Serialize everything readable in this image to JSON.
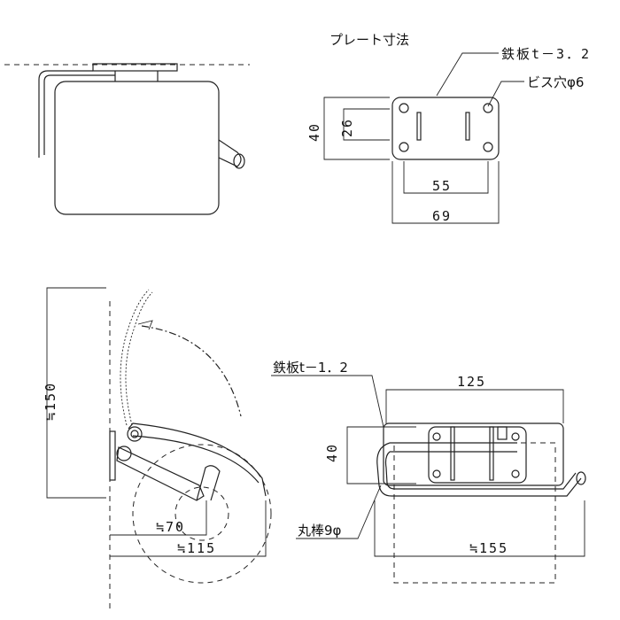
{
  "plate_section": {
    "title": "プレート寸法",
    "material_label": "鉄板t－3．2",
    "hole_label": "ビス穴φ6",
    "dim_height_outer": "40",
    "dim_height_inner": "26",
    "dim_width_inner": "55",
    "dim_width_outer": "69"
  },
  "side_section": {
    "dim_height": "≒150",
    "dim_reach_roll": "≒70",
    "dim_reach_total": "≒115"
  },
  "front_section": {
    "material_label": "鉄板t－1．2",
    "dim_width_top": "125",
    "dim_height": "40",
    "rod_label": "丸棒9φ",
    "dim_width_bottom": "≒155"
  }
}
